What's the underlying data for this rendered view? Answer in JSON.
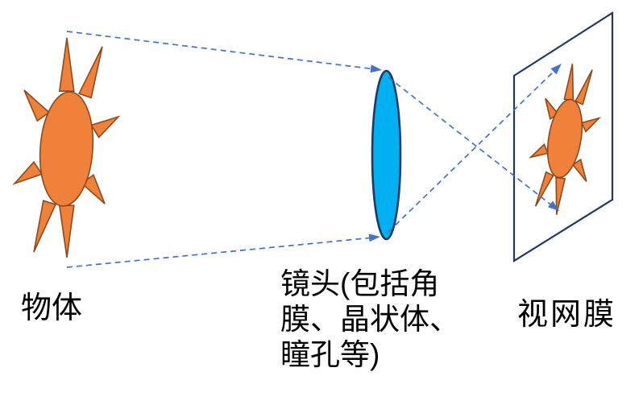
{
  "diagram": {
    "title_none_shown": "",
    "labels": {
      "object": "物体",
      "lens": "镜头(包括角\n膜、晶状体、\n瞳孔等)",
      "retina": "视网膜"
    },
    "icons": {
      "object": "sun-icon",
      "image": "inverted-sun-icon",
      "lens": "convex-lens-shape",
      "screen": "retina-plane",
      "rays": "dashed-light-ray-arrows"
    }
  },
  "colors": {
    "background": "#FFFFFF",
    "text": "#000000",
    "sun_fill": "#F0813A",
    "sun_outline": "#8B4A1E",
    "lens_fill": "#00B0F0",
    "lens_outline": "#1F3864",
    "screen_outline": "#1F3864",
    "ray_blue": "#4472C4"
  }
}
